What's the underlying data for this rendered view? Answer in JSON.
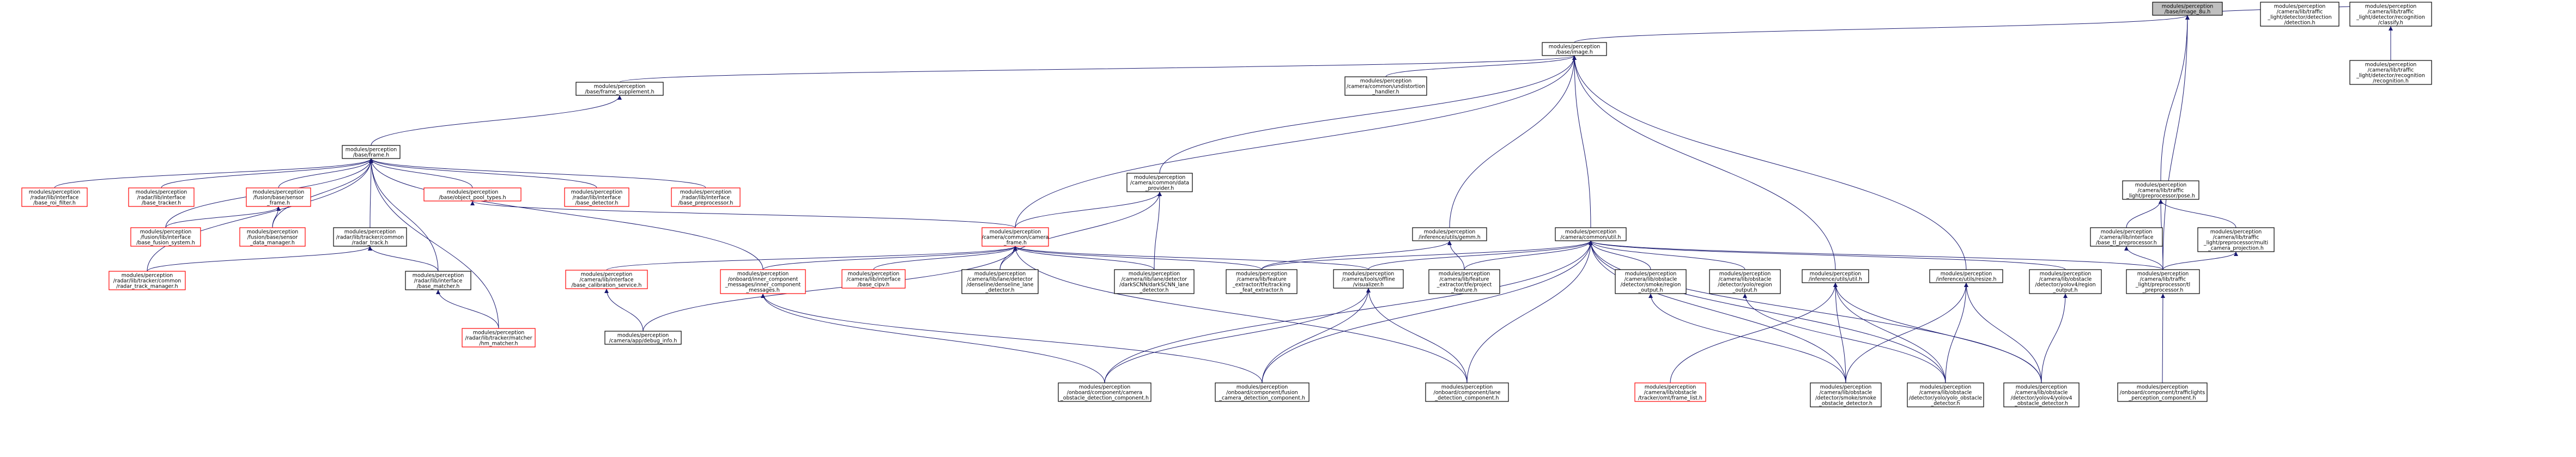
{
  "colors": {
    "edge": "#191970",
    "root_fill": "#bfbfbf",
    "border_black": "#000000",
    "border_red": "#ff0000",
    "background": "#ffffff"
  },
  "nodes": {
    "root": {
      "lines": [
        "modules/perception",
        "/base/image_8u.h"
      ],
      "border": "black"
    },
    "image": {
      "lines": [
        "modules/perception",
        "/base/image.h"
      ],
      "border": "black"
    },
    "det_detection": {
      "lines": [
        "modules/perception",
        "/camera/lib/traffic",
        "_light/detector/detection",
        "/detection.h"
      ],
      "border": "black"
    },
    "rec_classify": {
      "lines": [
        "modules/perception",
        "/camera/lib/traffic",
        "_light/detector/recognition",
        "/classify.h"
      ],
      "border": "black"
    },
    "rec_recognition": {
      "lines": [
        "modules/perception",
        "/camera/lib/traffic",
        "_light/detector/recognition",
        "/recognition.h"
      ],
      "border": "black"
    },
    "frame_supplement": {
      "lines": [
        "modules/perception",
        "/base/frame_supplement.h"
      ],
      "border": "black"
    },
    "undistortion": {
      "lines": [
        "modules/perception",
        "/camera/common/undistortion",
        "_handler.h"
      ],
      "border": "black"
    },
    "base_frame": {
      "lines": [
        "modules/perception",
        "/base/frame.h"
      ],
      "border": "black"
    },
    "base_roi_filter": {
      "lines": [
        "modules/perception",
        "/radar/lib/interface",
        "/base_roi_filter.h"
      ],
      "border": "red"
    },
    "base_tracker": {
      "lines": [
        "modules/perception",
        "/radar/lib/interface",
        "/base_tracker.h"
      ],
      "border": "red"
    },
    "sensor_frame": {
      "lines": [
        "modules/perception",
        "/fusion/base/sensor",
        "_frame.h"
      ],
      "border": "red"
    },
    "object_pool": {
      "lines": [
        "modules/perception",
        "/base/object_pool_types.h"
      ],
      "border": "red"
    },
    "base_detector": {
      "lines": [
        "modules/perception",
        "/radar/lib/interface",
        "/base_detector.h"
      ],
      "border": "red"
    },
    "base_preprocessor": {
      "lines": [
        "modules/perception",
        "/radar/lib/interface",
        "/base_preprocessor.h"
      ],
      "border": "red"
    },
    "data_provider": {
      "lines": [
        "modules/perception",
        "/camera/common/data",
        "_provider.h"
      ],
      "border": "black"
    },
    "tl_pose": {
      "lines": [
        "modules/perception",
        "/camera/lib/traffic",
        "_light/preprocessor/pose.h"
      ],
      "border": "black"
    },
    "base_fusion_system": {
      "lines": [
        "modules/perception",
        "/fusion/lib/interface",
        "/base_fusion_system.h"
      ],
      "border": "red"
    },
    "sensor_data_manager": {
      "lines": [
        "modules/perception",
        "/fusion/base/sensor",
        "_data_manager.h"
      ],
      "border": "red"
    },
    "radar_track": {
      "lines": [
        "modules/perception",
        "/radar/lib/tracker/common",
        "/radar_track.h"
      ],
      "border": "black"
    },
    "camera_frame": {
      "lines": [
        "modules/perception",
        "/camera/common/camera",
        "_frame.h"
      ],
      "border": "red"
    },
    "gemm": {
      "lines": [
        "modules/perception",
        "/inference/utils/gemm.h"
      ],
      "border": "black"
    },
    "common_util": {
      "lines": [
        "modules/perception",
        "/camera/common/util.h"
      ],
      "border": "black"
    },
    "base_tl_preprocessor": {
      "lines": [
        "modules/perception",
        "/camera/lib/interface",
        "/base_tl_preprocessor.h"
      ],
      "border": "black"
    },
    "multi_camera_projection": {
      "lines": [
        "modules/perception",
        "/camera/lib/traffic",
        "_light/preprocessor/multi",
        "_camera_projection.h"
      ],
      "border": "black"
    },
    "radar_track_manager": {
      "lines": [
        "modules/perception",
        "/radar/lib/tracker/common",
        "/radar_track_manager.h"
      ],
      "border": "red"
    },
    "base_matcher": {
      "lines": [
        "modules/perception",
        "/radar/lib/interface",
        "/base_matcher.h"
      ],
      "border": "black"
    },
    "base_calibration": {
      "lines": [
        "modules/perception",
        "/camera/lib/interface",
        "/base_calibration_service.h"
      ],
      "border": "red"
    },
    "inner_component": {
      "lines": [
        "modules/perception",
        "/onboard/inner_component",
        "_messages/inner_component",
        "_messages.h"
      ],
      "border": "red"
    },
    "base_cipv": {
      "lines": [
        "modules/perception",
        "/camera/lib/interface",
        "/base_cipv.h"
      ],
      "border": "red"
    },
    "denseline": {
      "lines": [
        "modules/perception",
        "/camera/lib/lane/detector",
        "/denseline/denseline_lane",
        "_detector.h"
      ],
      "border": "black"
    },
    "darkscnn": {
      "lines": [
        "modules/perception",
        "/camera/lib/lane/detector",
        "/darkSCNN/darkSCNN_lane",
        "_detector.h"
      ],
      "border": "black"
    },
    "tracking_feat": {
      "lines": [
        "modules/perception",
        "/camera/lib/feature",
        "_extractor/tfe/tracking",
        "_feat_extractor.h"
      ],
      "border": "black"
    },
    "offline_visualizer": {
      "lines": [
        "modules/perception",
        "/camera/tools/offline",
        "/visualizer.h"
      ],
      "border": "black"
    },
    "project_feature": {
      "lines": [
        "modules/perception",
        "/camera/lib/feature",
        "_extractor/tfe/project",
        "_feature.h"
      ],
      "border": "black"
    },
    "smoke_region": {
      "lines": [
        "modules/perception",
        "/camera/lib/obstacle",
        "/detector/smoke/region",
        "_output.h"
      ],
      "border": "black"
    },
    "yolo_region": {
      "lines": [
        "modules/perception",
        "/camera/lib/obstacle",
        "/detector/yolo/region",
        "_output.h"
      ],
      "border": "black"
    },
    "inference_util": {
      "lines": [
        "modules/perception",
        "/inference/utils/util.h"
      ],
      "border": "black"
    },
    "resize": {
      "lines": [
        "modules/perception",
        "/inference/utils/resize.h"
      ],
      "border": "black"
    },
    "yolov4_region": {
      "lines": [
        "modules/perception",
        "/camera/lib/obstacle",
        "/detector/yolov4/region",
        "_output.h"
      ],
      "border": "black"
    },
    "tl_preprocessor": {
      "lines": [
        "modules/perception",
        "/camera/lib/traffic",
        "_light/preprocessor/tl",
        "_preprocessor.h"
      ],
      "border": "black"
    },
    "hm_matcher": {
      "lines": [
        "modules/perception",
        "/radar/lib/tracker/matcher",
        "/hm_matcher.h"
      ],
      "border": "red"
    },
    "debug_info": {
      "lines": [
        "modules/perception",
        "/camera/app/debug_info.h"
      ],
      "border": "black"
    },
    "camera_obstacle_comp": {
      "lines": [
        "modules/perception",
        "/onboard/component/camera",
        "_obstacle_detection_component.h"
      ],
      "border": "black"
    },
    "fusion_camera_comp": {
      "lines": [
        "modules/perception",
        "/onboard/component/fusion",
        "_camera_detection_component.h"
      ],
      "border": "black"
    },
    "lane_comp": {
      "lines": [
        "modules/perception",
        "/onboard/component/lane",
        "_detection_component.h"
      ],
      "border": "black"
    },
    "frame_list": {
      "lines": [
        "modules/perception",
        "/camera/lib/obstacle",
        "/tracker/omt/frame_list.h"
      ],
      "border": "red"
    },
    "smoke_detector": {
      "lines": [
        "modules/perception",
        "/camera/lib/obstacle",
        "/detector/smoke/smoke",
        "_obstacle_detector.h"
      ],
      "border": "black"
    },
    "yolo_detector": {
      "lines": [
        "modules/perception",
        "/camera/lib/obstacle",
        "/detector/yolo/yolo_obstacle",
        "_detector.h"
      ],
      "border": "black"
    },
    "yolov4_detector": {
      "lines": [
        "modules/perception",
        "/camera/lib/obstacle",
        "/detector/yolov4/yolov4",
        "_obstacle_detector.h"
      ],
      "border": "black"
    },
    "trafficlights_comp": {
      "lines": [
        "modules/perception",
        "/onboard/component/trafficlights",
        "_perception_component.h"
      ],
      "border": "black"
    }
  }
}
